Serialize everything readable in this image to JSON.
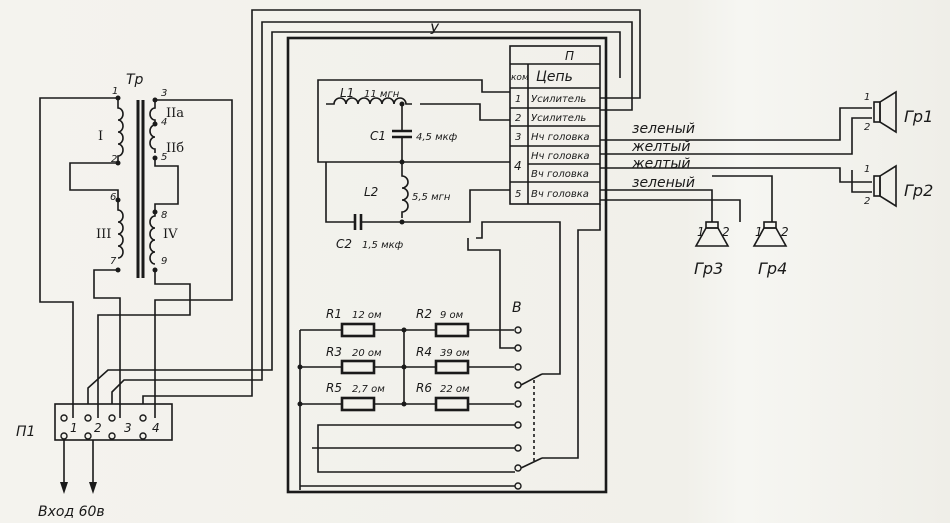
{
  "transformer": {
    "label": "Тр",
    "pins": [
      "1",
      "2",
      "3",
      "4",
      "5",
      "6",
      "7",
      "8",
      "9"
    ],
    "windings": [
      "I",
      "III",
      "IIa",
      "IIб",
      "IV"
    ]
  },
  "filter": {
    "L1": {
      "name": "L1",
      "value": "11 мгн"
    },
    "C1": {
      "name": "C1",
      "value": "4,5 мкф"
    },
    "L2": {
      "name": "L2",
      "value": "5,5 мгн"
    },
    "C2": {
      "name": "C2",
      "value": "1,5 мкф"
    }
  },
  "amplifier_label": "У",
  "panel": {
    "label": "П",
    "head_num": "ком",
    "head_circuit": "Цепь",
    "rows": [
      {
        "num": "1",
        "circuit": "Усилитель"
      },
      {
        "num": "2",
        "circuit": "Усилитель"
      },
      {
        "num": "3",
        "circuit": "Нч головка"
      },
      {
        "num": "4",
        "circuit": "Нч головка"
      },
      {
        "num": "",
        "circuit": "Вч головка"
      },
      {
        "num": "5",
        "circuit": "Вч головка"
      }
    ]
  },
  "wires": [
    "зеленый",
    "желтый",
    "желтый",
    "зеленый"
  ],
  "speakers": {
    "gr1": "Гр1",
    "gr2": "Гр2",
    "gr3": "Гр3",
    "gr4": "Гр4",
    "pin1": "1",
    "pin2": "2"
  },
  "resistors": [
    {
      "name": "R1",
      "value": "12 ом"
    },
    {
      "name": "R2",
      "value": "9 ом"
    },
    {
      "name": "R3",
      "value": "20 ом"
    },
    {
      "name": "R4",
      "value": "39 ом"
    },
    {
      "name": "R5",
      "value": "2,7 ом"
    },
    {
      "name": "R6",
      "value": "22 ом"
    }
  ],
  "switch_label": "В",
  "connector": {
    "label": "П1",
    "pins": [
      "1",
      "2",
      "3",
      "4"
    ]
  },
  "input_label": "Вход 60в"
}
